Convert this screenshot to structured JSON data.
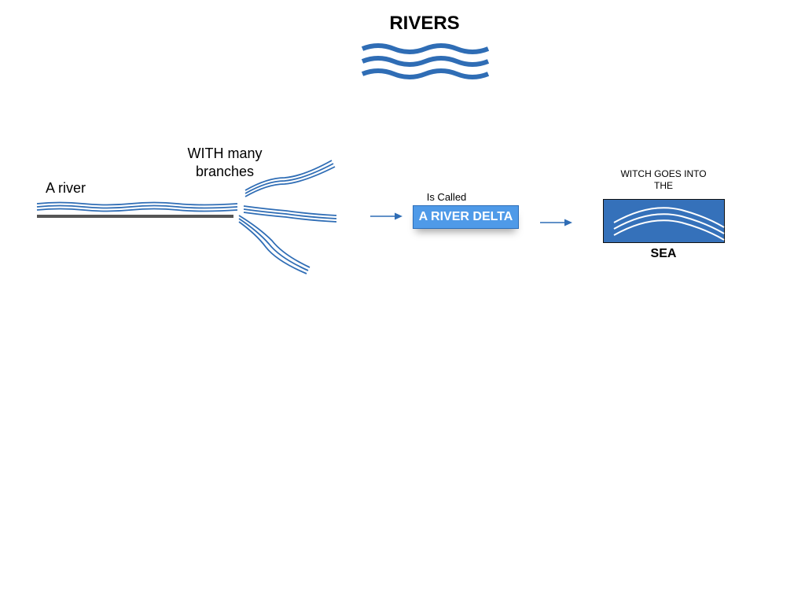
{
  "title": "RIVERS",
  "river_label": "A river",
  "branches_label": "WITH many branches",
  "called_label": "Is Called",
  "delta_label": "A RIVER DELTA",
  "witch_label": "WITCH GOES INTO THE",
  "sea_label": "SEA",
  "colors": {
    "river_blue": "#2f6db5",
    "delta_fill": "#4f9ae8",
    "sea_fill": "#3571ba",
    "ground": "#555555"
  },
  "icons": {
    "title_icon": "waves-icon",
    "arrows": "arrow-right-icon"
  }
}
